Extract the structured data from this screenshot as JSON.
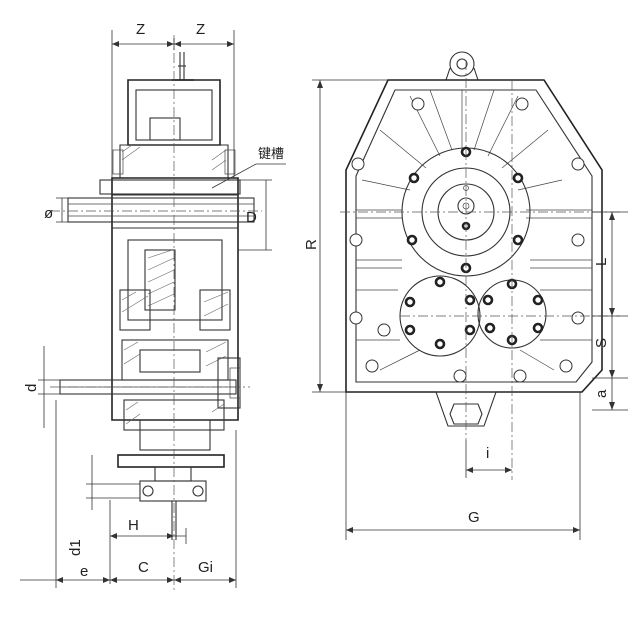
{
  "labels": {
    "z_left": "Z",
    "z_right": "Z",
    "keyway": "键槽",
    "phi": "ø",
    "D": "D",
    "d": "d",
    "d1": "d1",
    "H": "H",
    "e": "e",
    "C": "C",
    "Gi": "Gi",
    "R": "R",
    "L": "L",
    "S": "S",
    "a": "a",
    "i": "i",
    "G": "G"
  }
}
